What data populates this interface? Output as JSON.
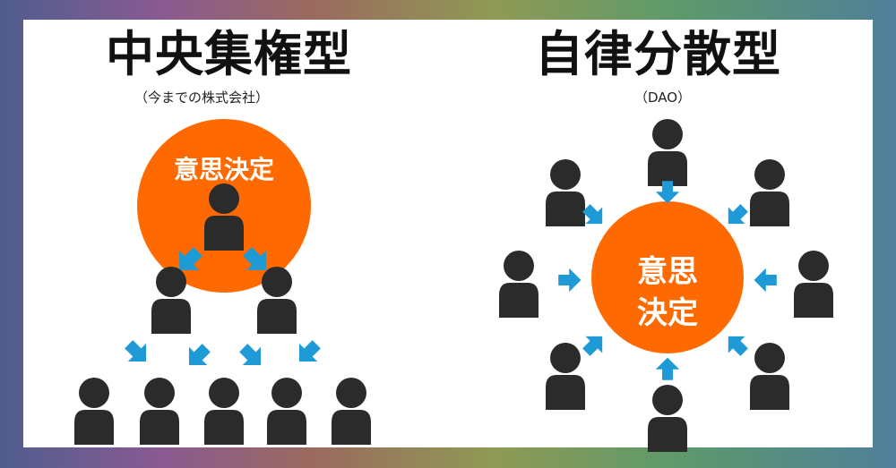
{
  "left": {
    "title": "中央集権型",
    "subtitle": "（今までの株式会社）",
    "circle_label": "意思決定"
  },
  "right": {
    "title": "自律分散型",
    "subtitle": "（DAO）",
    "circle_label_line1": "意思",
    "circle_label_line2": "決定"
  },
  "colors": {
    "orange": "#ff6a00",
    "arrow_blue": "#1e9ad6",
    "person": "#2b2b2b"
  },
  "icons": {
    "person": "person-icon",
    "arrow": "arrow-icon"
  }
}
